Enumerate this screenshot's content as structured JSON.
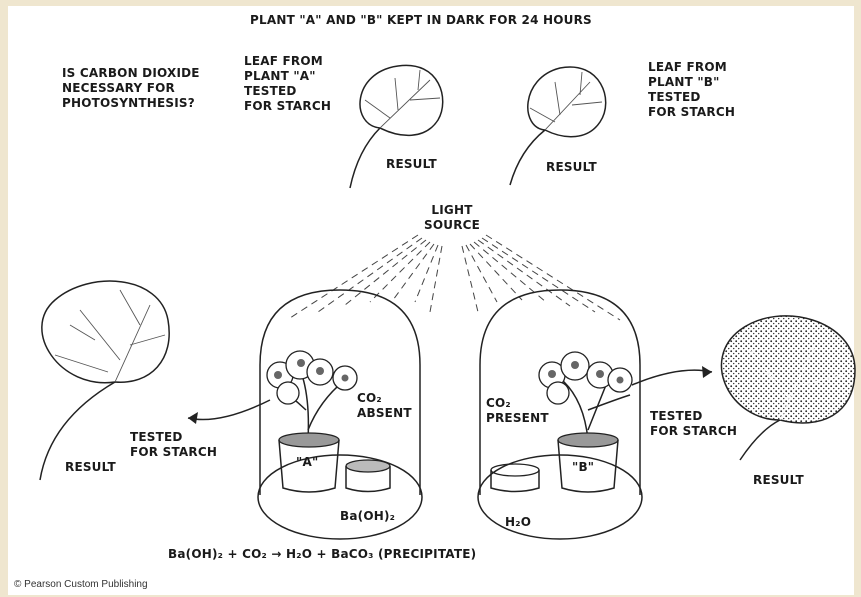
{
  "title": "PLANT \"A\" AND \"B\" KEPT IN DARK FOR 24 HOURS",
  "question": "IS CARBON DIOXIDE\nNECESSARY FOR\nPHOTOSYNTHESIS?",
  "leaf_a_label": "LEAF FROM\nPLANT \"A\"\nTESTED\nFOR STARCH",
  "leaf_b_label": "LEAF FROM\nPLANT \"B\"\nTESTED\nFOR STARCH",
  "result": "RESULT",
  "light_source": "LIGHT\nSOURCE",
  "co2_absent": "CO₂\nABSENT",
  "co2_present": "CO₂\nPRESENT",
  "tested_for_starch": "TESTED\nFOR STARCH",
  "pot_a": "\"A\"",
  "pot_b": "\"B\"",
  "baoh2": "Ba(OH)₂",
  "water": "H₂O",
  "equation": "Ba(OH)₂ + CO₂ → H₂O + BaCO₃ (PRECIPITATE)",
  "credit": "© Pearson Custom Publishing"
}
